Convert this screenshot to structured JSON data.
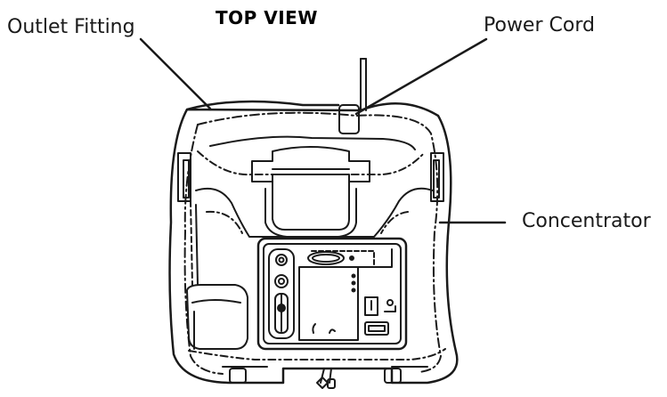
{
  "diagram": {
    "title": "TOP VIEW",
    "labels": {
      "outlet_fitting": "Outlet Fitting",
      "power_cord": "Power Cord",
      "concentrator": "Concentrator"
    }
  },
  "colors": {
    "line": "#1a1a1a",
    "background": "#ffffff"
  }
}
